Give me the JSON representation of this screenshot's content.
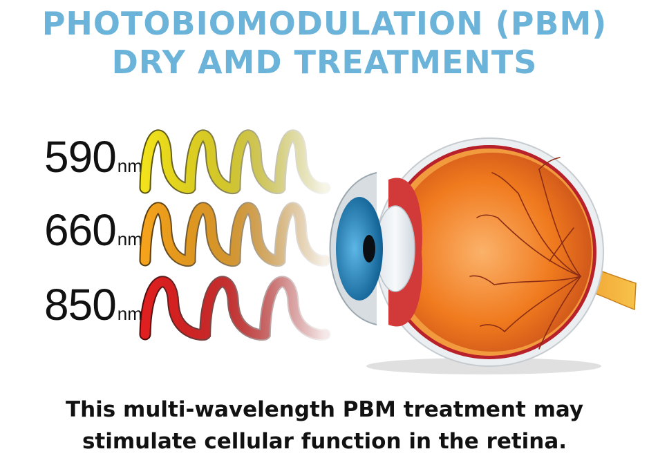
{
  "title": {
    "line1": "PHOTOBIOMODULATION (PBM)",
    "line2": "DRY AMD TREATMENTS"
  },
  "wavelengths": [
    {
      "value": "590",
      "unit": "nm",
      "color": "#f2e21c"
    },
    {
      "value": "660",
      "unit": "nm",
      "color": "#f5a31c"
    },
    {
      "value": "850",
      "unit": "nm",
      "color": "#e02020"
    }
  ],
  "caption": {
    "line1": "This multi-wavelength PBM treatment may",
    "line2": "stimulate cellular function in the retina."
  },
  "colors": {
    "title": "#6bb3d9",
    "eyeball": "#f07a1e",
    "iris": "#1c7fb8",
    "optic_nerve": "#f5b335"
  }
}
